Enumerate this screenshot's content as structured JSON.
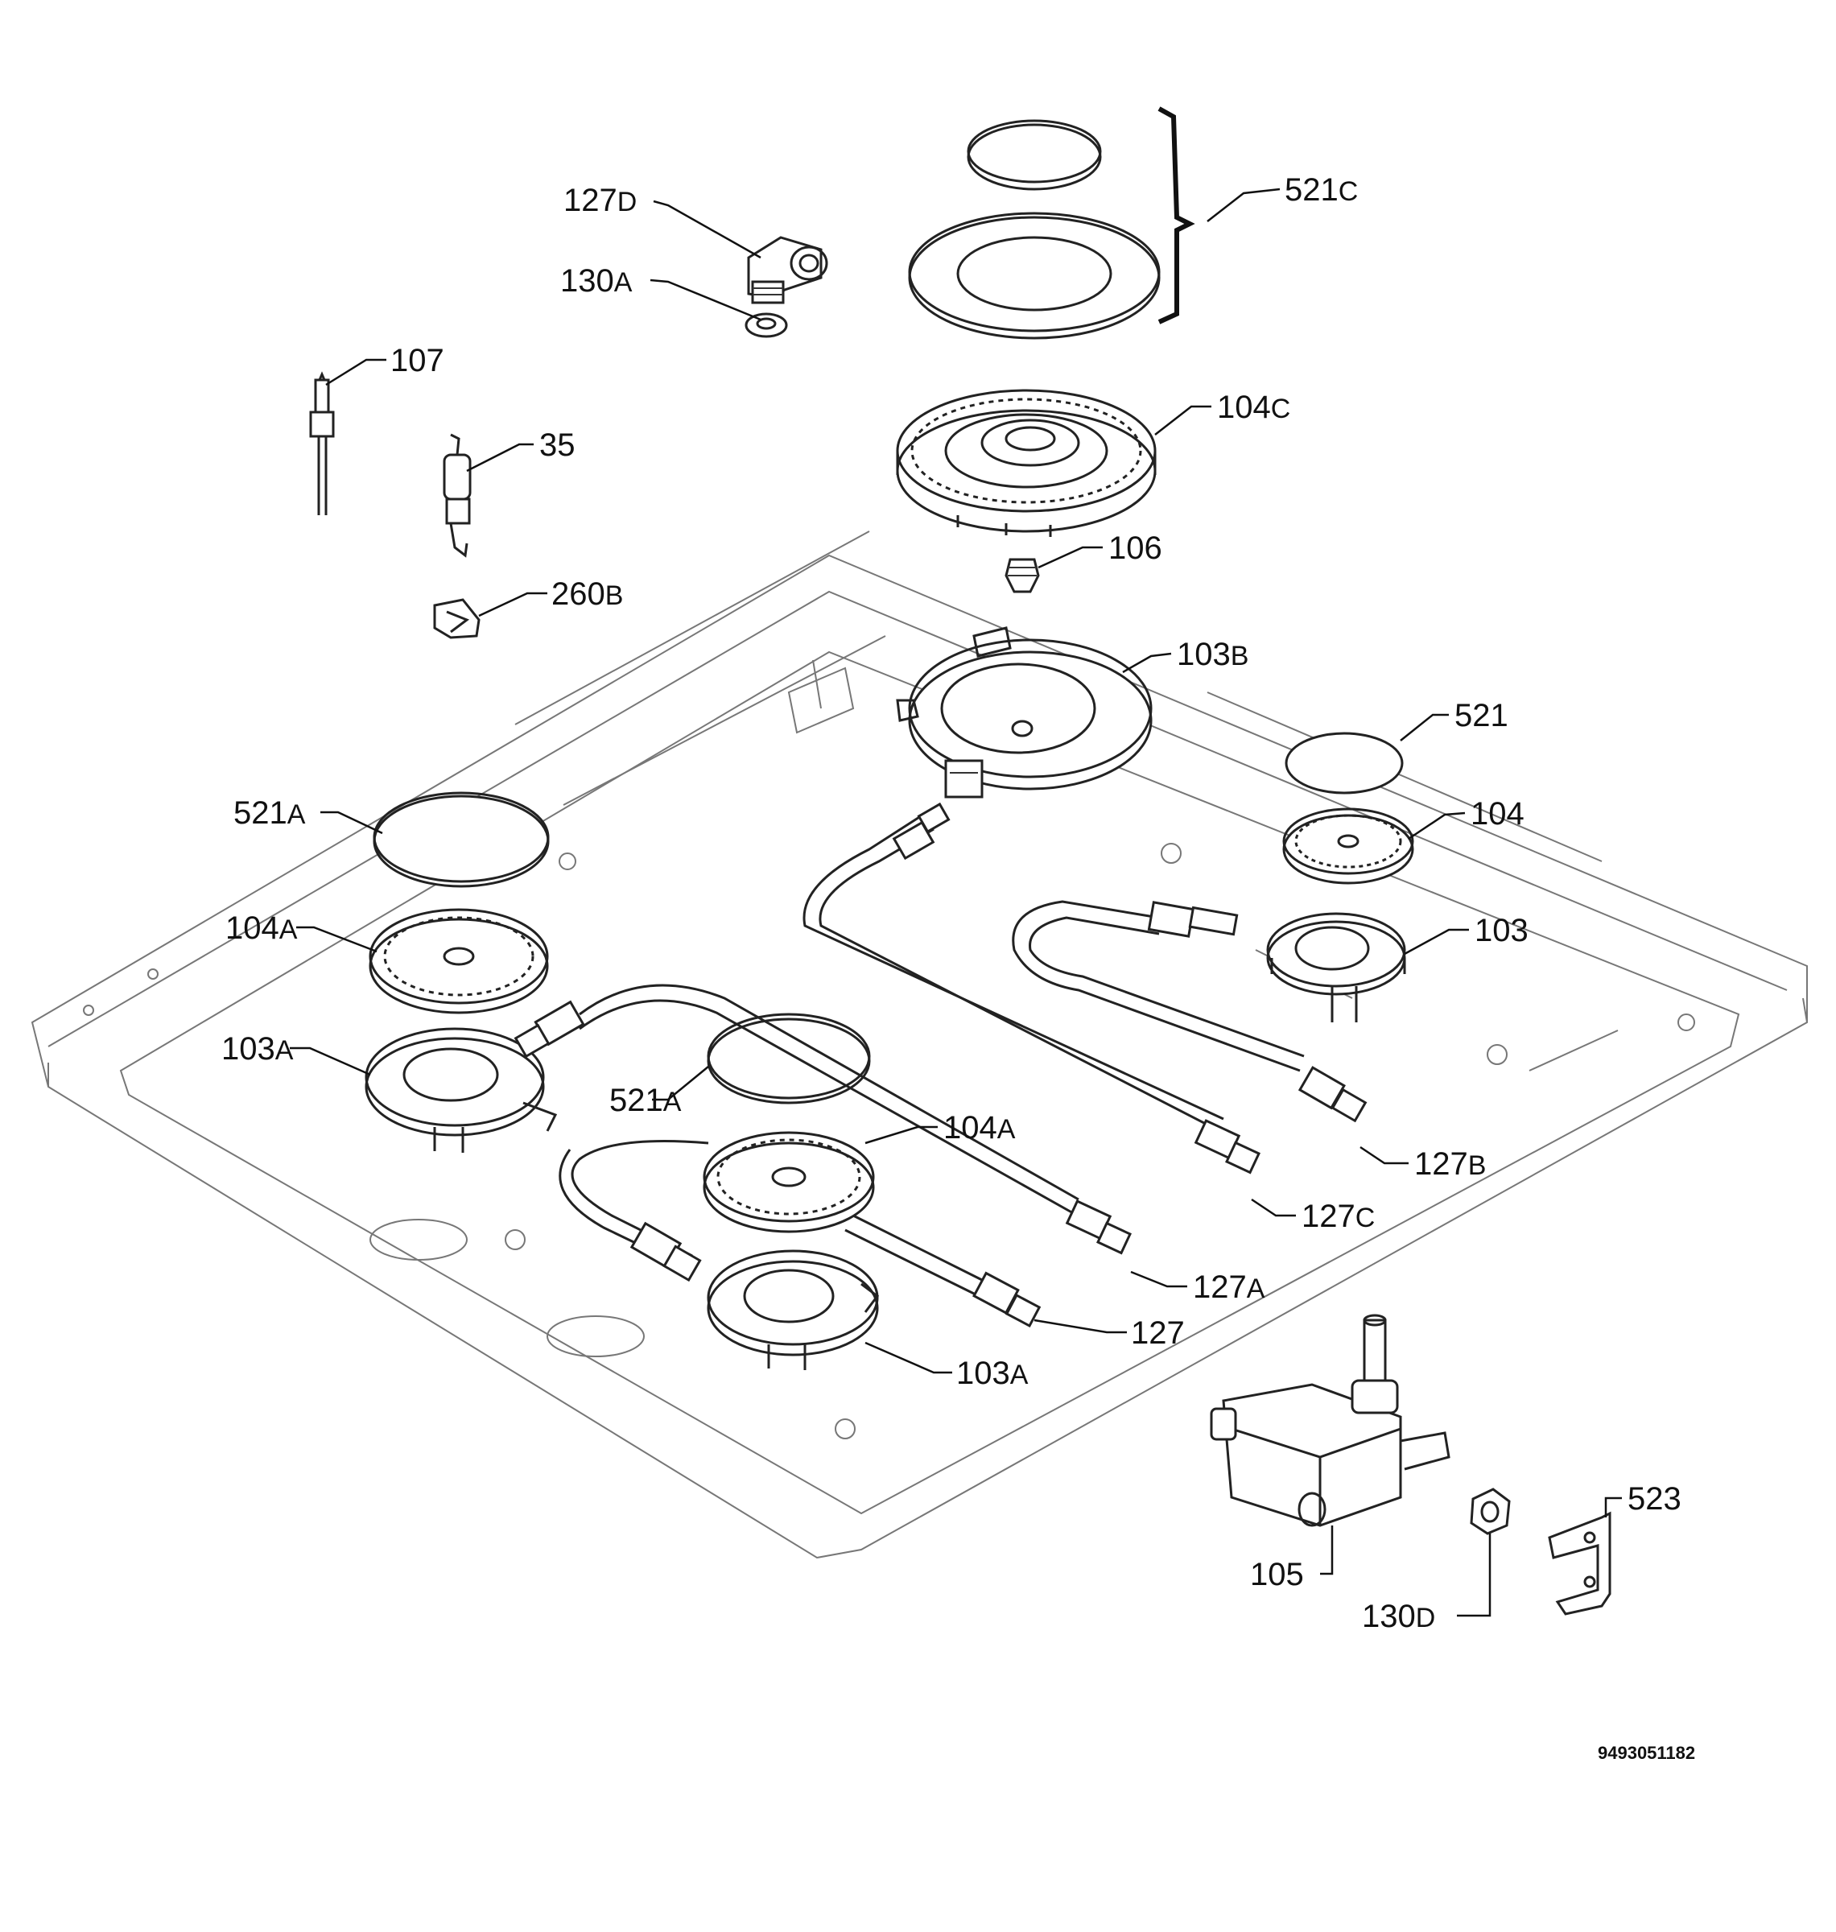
{
  "callouts": [
    {
      "id": "c-521c",
      "num": "521",
      "suffix": "C"
    },
    {
      "id": "c-127d",
      "num": "127",
      "suffix": "D"
    },
    {
      "id": "c-130a",
      "num": "130",
      "suffix": "A"
    },
    {
      "id": "c-107",
      "num": "107",
      "suffix": ""
    },
    {
      "id": "c-104c",
      "num": "104",
      "suffix": "C"
    },
    {
      "id": "c-35",
      "num": "35",
      "suffix": ""
    },
    {
      "id": "c-106",
      "num": "106",
      "suffix": ""
    },
    {
      "id": "c-260b",
      "num": "260",
      "suffix": "B"
    },
    {
      "id": "c-103b",
      "num": "103",
      "suffix": "B"
    },
    {
      "id": "c-521",
      "num": "521",
      "suffix": ""
    },
    {
      "id": "c-521a-1",
      "num": "521",
      "suffix": "A"
    },
    {
      "id": "c-104",
      "num": "104",
      "suffix": ""
    },
    {
      "id": "c-104a-1",
      "num": "104",
      "suffix": "A"
    },
    {
      "id": "c-103",
      "num": "103",
      "suffix": ""
    },
    {
      "id": "c-103a-1",
      "num": "103",
      "suffix": "A"
    },
    {
      "id": "c-521a-2",
      "num": "521",
      "suffix": "A"
    },
    {
      "id": "c-104a-2",
      "num": "104",
      "suffix": "A"
    },
    {
      "id": "c-127b",
      "num": "127",
      "suffix": "B"
    },
    {
      "id": "c-127c",
      "num": "127",
      "suffix": "C"
    },
    {
      "id": "c-127a",
      "num": "127",
      "suffix": "A"
    },
    {
      "id": "c-127",
      "num": "127",
      "suffix": ""
    },
    {
      "id": "c-103a-2",
      "num": "103",
      "suffix": "A"
    },
    {
      "id": "c-523",
      "num": "523",
      "suffix": ""
    },
    {
      "id": "c-105",
      "num": "105",
      "suffix": ""
    },
    {
      "id": "c-130d",
      "num": "130",
      "suffix": "D"
    }
  ],
  "document_id": "9493051182"
}
